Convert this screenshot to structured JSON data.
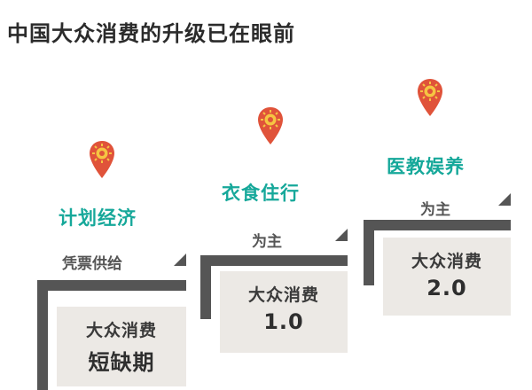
{
  "title": "中国大众消费的升级已在眼前",
  "stages": [
    {
      "headline": "计划经济",
      "sub": "凭票供给",
      "box_line1": "大众消费",
      "box_line2": "短缺期"
    },
    {
      "headline": "衣食住行",
      "sub": "为主",
      "box_line1": "大众消费",
      "box_line2": "1.0"
    },
    {
      "headline": "医教娱养",
      "sub": "为主",
      "box_line1": "大众消费",
      "box_line2": "2.0"
    }
  ],
  "colors": {
    "accent_teal": "#16a89a",
    "pin_red": "#e0533a",
    "pin_yellow": "#f5c542",
    "step_gray": "#555555",
    "box_bg": "#ece9e5"
  },
  "icon": "map-pin-sun-icon"
}
